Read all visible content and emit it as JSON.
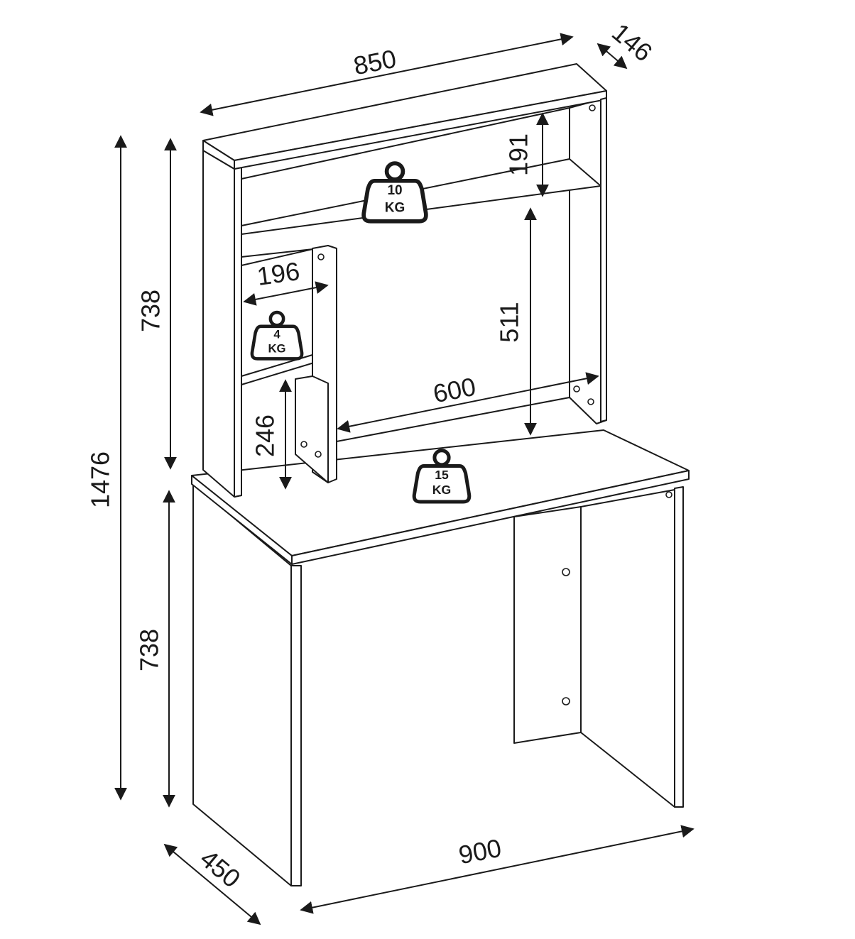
{
  "dimensions": {
    "hutch_width": "850",
    "hutch_depth": "146",
    "top_shelf_height": "191",
    "small_compartment_width": "196",
    "upper_height": "738",
    "total_height": "1476",
    "lower_height": "738",
    "inner_opening_height": "511",
    "inner_opening_width": "600",
    "bottom_compartment_height": "246",
    "desk_width": "900",
    "desk_depth": "450"
  },
  "weights": {
    "top_shelf": {
      "value": "10",
      "unit": "KG"
    },
    "small_shelf": {
      "value": "4",
      "unit": "KG"
    },
    "desk_top": {
      "value": "15",
      "unit": "KG"
    }
  },
  "colors": {
    "line": "#1a1a1a",
    "background": "#ffffff"
  }
}
